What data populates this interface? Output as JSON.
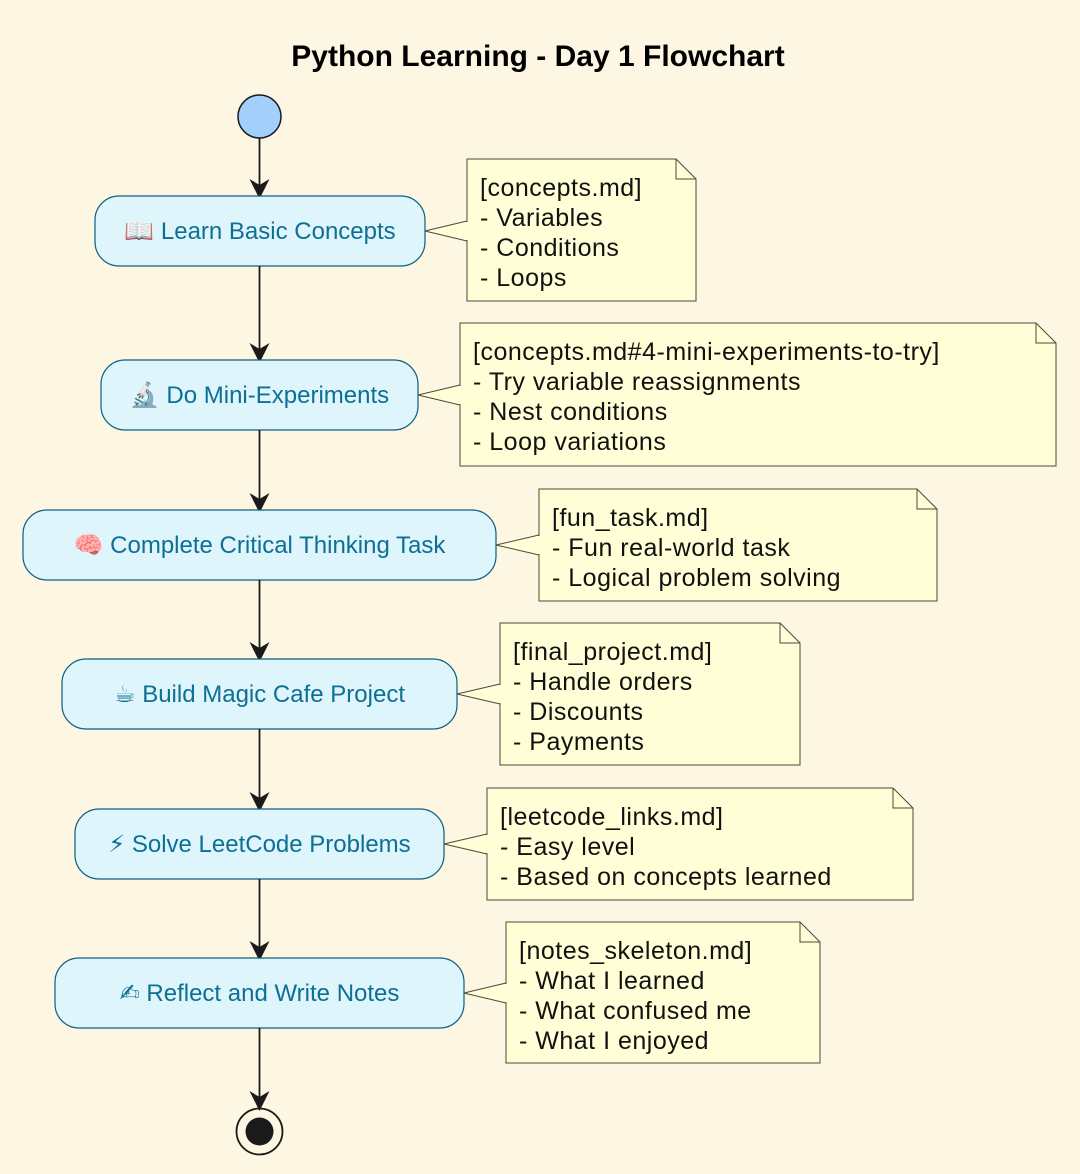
{
  "title": "Python Learning - Day 1 Flowchart",
  "colors": {
    "background": "#fdf6e3",
    "start_node": "#a3cffd",
    "activity_fill": "#def5fb",
    "activity_border": "#0b5f7f",
    "activity_text": "#0e6f95",
    "note_fill": "#fffed6",
    "note_border": "#4a4a3a",
    "arrow": "#1a1a1a"
  },
  "activities": [
    {
      "icon": "📖",
      "label": "Learn Basic Concepts"
    },
    {
      "icon": "🔬",
      "label": "Do Mini-Experiments"
    },
    {
      "icon": "🧠",
      "label": "Complete Critical Thinking Task"
    },
    {
      "icon": "☕",
      "label": "Build Magic Cafe Project"
    },
    {
      "icon": "⚡",
      "label": "Solve LeetCode Problems"
    },
    {
      "icon": "✍",
      "label": "Reflect and Write Notes"
    }
  ],
  "notes": [
    {
      "lines": [
        "[concepts.md]",
        "- Variables",
        "- Conditions",
        "- Loops"
      ]
    },
    {
      "lines": [
        "[concepts.md#4-mini-experiments-to-try]",
        "- Try variable reassignments",
        "- Nest conditions",
        "- Loop variations"
      ]
    },
    {
      "lines": [
        "[fun_task.md]",
        "- Fun real-world task",
        "- Logical problem solving"
      ]
    },
    {
      "lines": [
        "[final_project.md]",
        "- Handle orders",
        "- Discounts",
        "- Payments"
      ]
    },
    {
      "lines": [
        "[leetcode_links.md]",
        "- Easy level",
        "- Based on concepts learned"
      ]
    },
    {
      "lines": [
        "[notes_skeleton.md]",
        "- What I learned",
        "- What confused me",
        "- What I enjoyed"
      ]
    }
  ]
}
